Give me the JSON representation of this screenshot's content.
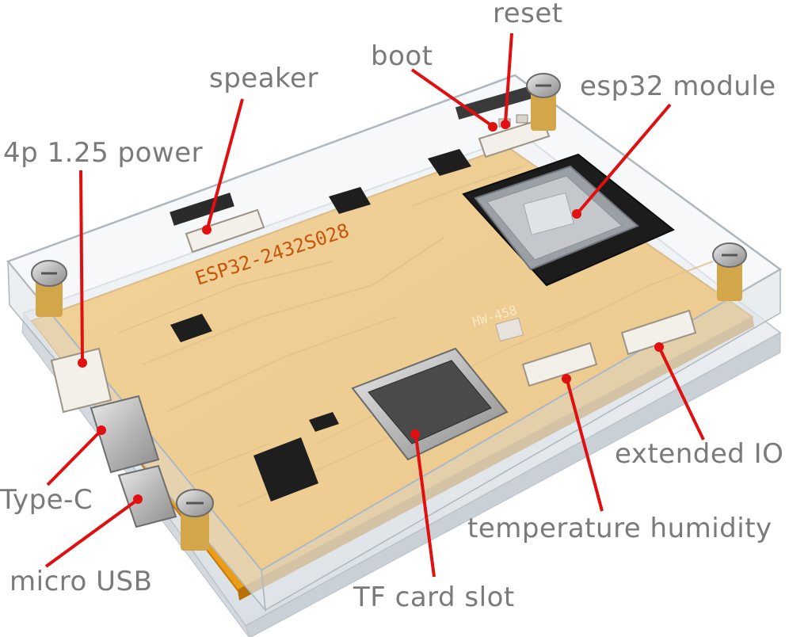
{
  "labels": {
    "reset": "reset",
    "boot": "boot",
    "speaker": "speaker",
    "esp32_module": "esp32 module",
    "power": "4p 1.25 power",
    "type_c": "Type-C",
    "micro_usb": "micro USB",
    "tf_card_slot": "TF card slot",
    "temperature_humidity": "temperature humidity",
    "extended_io": "extended IO"
  },
  "board": {
    "model_silk": "ESP32-2432S028",
    "hw_silk": "HW-458"
  },
  "colors": {
    "pcb": "#f0a21a",
    "pcb_dark": "#d98a0c",
    "pointer": "#e01010",
    "label": "#7a7a7a",
    "acrylic": "#e9eef2"
  }
}
